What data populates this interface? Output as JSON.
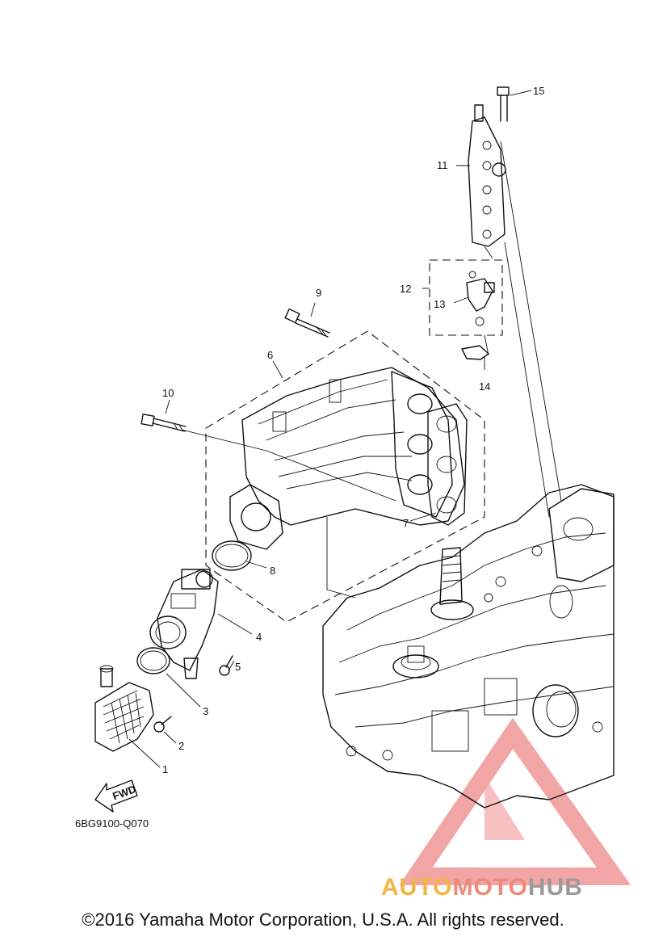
{
  "diagram": {
    "code": "6BG9100-Q070",
    "fwd_label": "FWD",
    "callouts": [
      "1",
      "2",
      "3",
      "4",
      "5",
      "6",
      "7",
      "8",
      "9",
      "10",
      "11",
      "12",
      "13",
      "14",
      "15"
    ]
  },
  "watermark": {
    "part1": "AUTO",
    "part2": "MOTO",
    "part3": "HUB",
    "colors": {
      "auto": "#f3b544",
      "moto": "#ee8a7a",
      "hub": "#9a9a9a",
      "triangle": "#e85d5d"
    }
  },
  "footer": {
    "copyright": "©2016 Yamaha Motor Corporation, U.S.A. All rights reserved."
  }
}
